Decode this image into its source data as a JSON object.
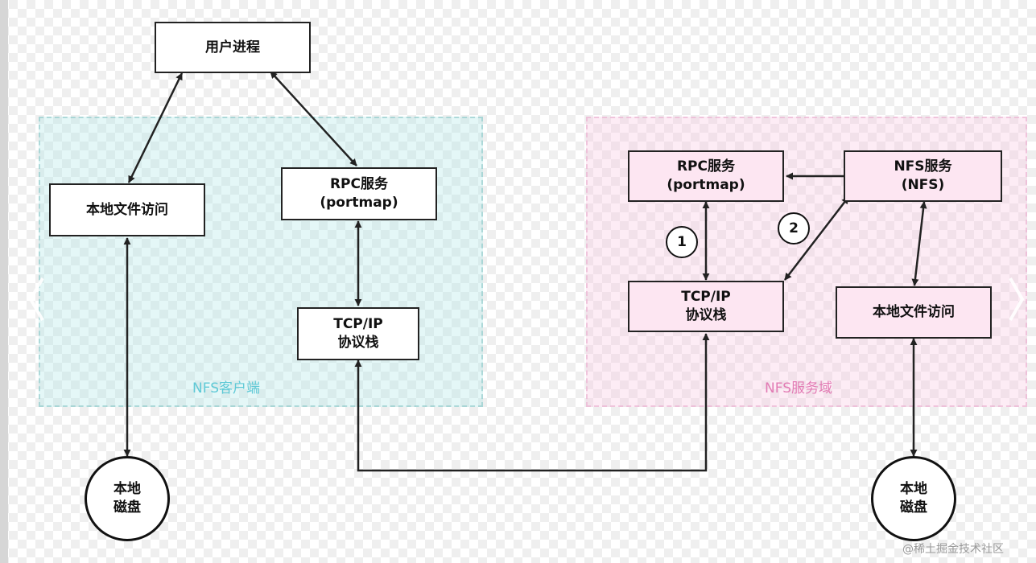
{
  "regions": {
    "client_label": "NFS客户端",
    "server_label": "NFS服务域"
  },
  "nodes": {
    "user_process": "用户进程",
    "client_local_fs": "本地文件访问",
    "client_rpc": {
      "line1": "RPC服务",
      "line2": "(portmap)"
    },
    "client_tcp": {
      "line1": "TCP/IP",
      "line2": "协议栈"
    },
    "client_disk": {
      "line1": "本地",
      "line2": "磁盘"
    },
    "server_rpc": {
      "line1": "RPC服务",
      "line2": "(portmap)"
    },
    "server_nfs": {
      "line1": "NFS服务",
      "line2": "(NFS)"
    },
    "server_tcp": {
      "line1": "TCP/IP",
      "line2": "协议栈"
    },
    "server_local_fs": "本地文件访问",
    "server_disk": {
      "line1": "本地",
      "line2": "磁盘"
    }
  },
  "steps": {
    "step1": "1",
    "step2": "2"
  },
  "watermark": "@稀土掘金技术社区",
  "colors": {
    "client_region": "#b2e8e8",
    "server_region": "#fac8e2",
    "client_label": "#5fc9d6",
    "server_label": "#e27bb4",
    "server_box": "#fde6f2"
  }
}
